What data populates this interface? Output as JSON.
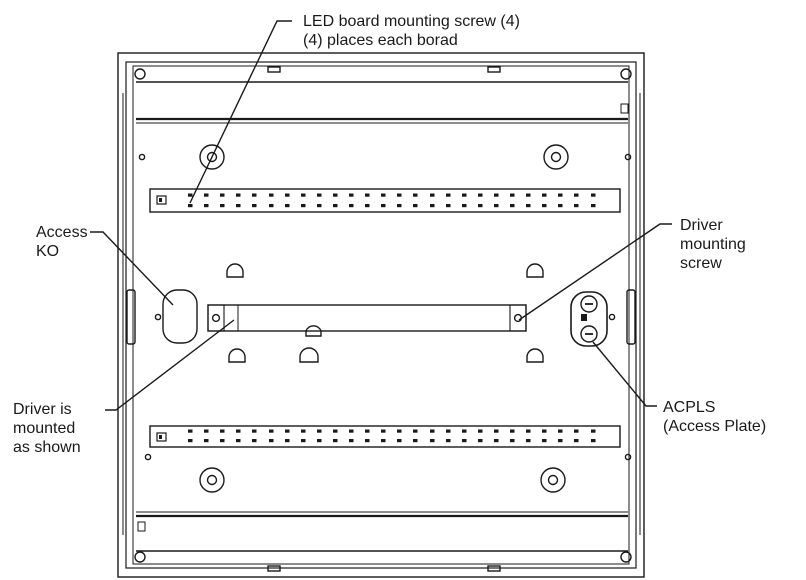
{
  "callouts": {
    "led_screw": {
      "line1": "LED board mounting screw (4)",
      "line2": "(4) places each borad"
    },
    "access_ko": {
      "line1": "Access",
      "line2": "KO"
    },
    "driver_screw": {
      "line1": "Driver",
      "line2": "mounting",
      "line3": "screw"
    },
    "driver_mounted": {
      "line1": "Driver is",
      "line2": "mounted",
      "line3": "as shown"
    },
    "acpls": {
      "line1": "ACPLS",
      "line2": "(Access Plate)"
    }
  },
  "colors": {
    "line": "#1a1a1a",
    "background": "#ffffff"
  }
}
